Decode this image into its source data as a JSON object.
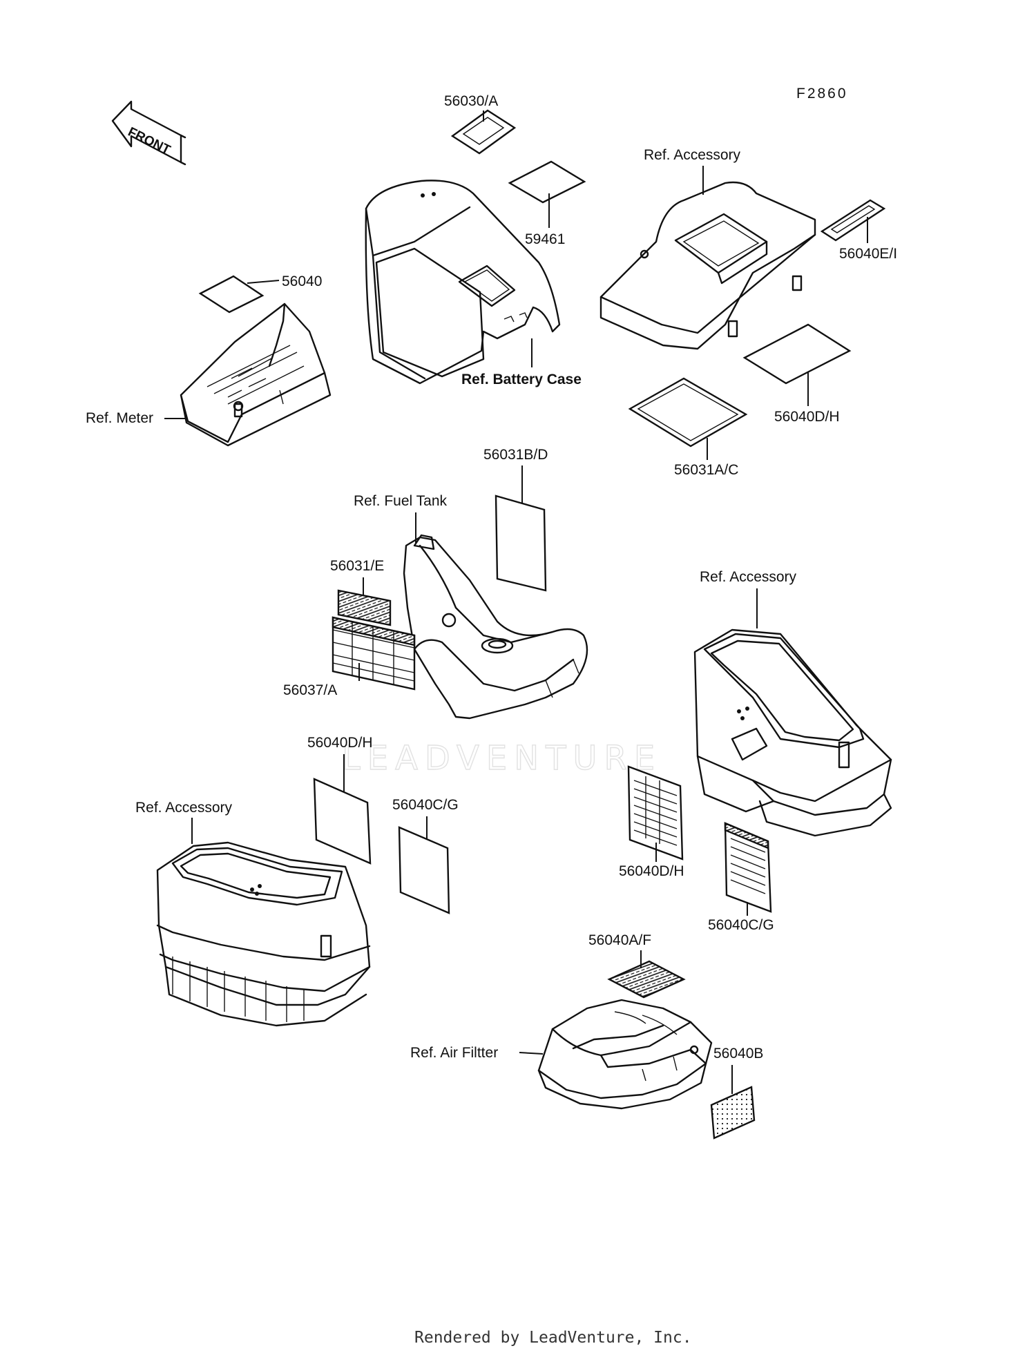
{
  "figure_id": "F2860",
  "front_marker": "FRONT",
  "watermark": "LEADVENTURE",
  "footer": "Rendered by LeadVenture, Inc.",
  "labels": {
    "l_56030A": "56030/A",
    "l_59461": "59461",
    "l_ref_accessory_top": "Ref. Accessory",
    "l_56040EI": "56040E/I",
    "l_56040": "56040",
    "l_ref_meter": "Ref. Meter",
    "l_ref_battery_case": "Ref. Battery Case",
    "l_56040DH_top": "56040D/H",
    "l_56031AC": "56031A/C",
    "l_56031BD": "56031B/D",
    "l_ref_fuel_tank": "Ref. Fuel Tank",
    "l_56031E": "56031/E",
    "l_56037A": "56037/A",
    "l_ref_accessory_right": "Ref. Accessory",
    "l_56040DH_mid": "56040D/H",
    "l_56040CG_mid": "56040C/G",
    "l_ref_accessory_left": "Ref. Accessory",
    "l_56040DH_right": "56040D/H",
    "l_56040CG_right": "56040C/G",
    "l_56040AF": "56040A/F",
    "l_ref_air_filter": "Ref. Air Filtter",
    "l_56040B": "56040B"
  }
}
